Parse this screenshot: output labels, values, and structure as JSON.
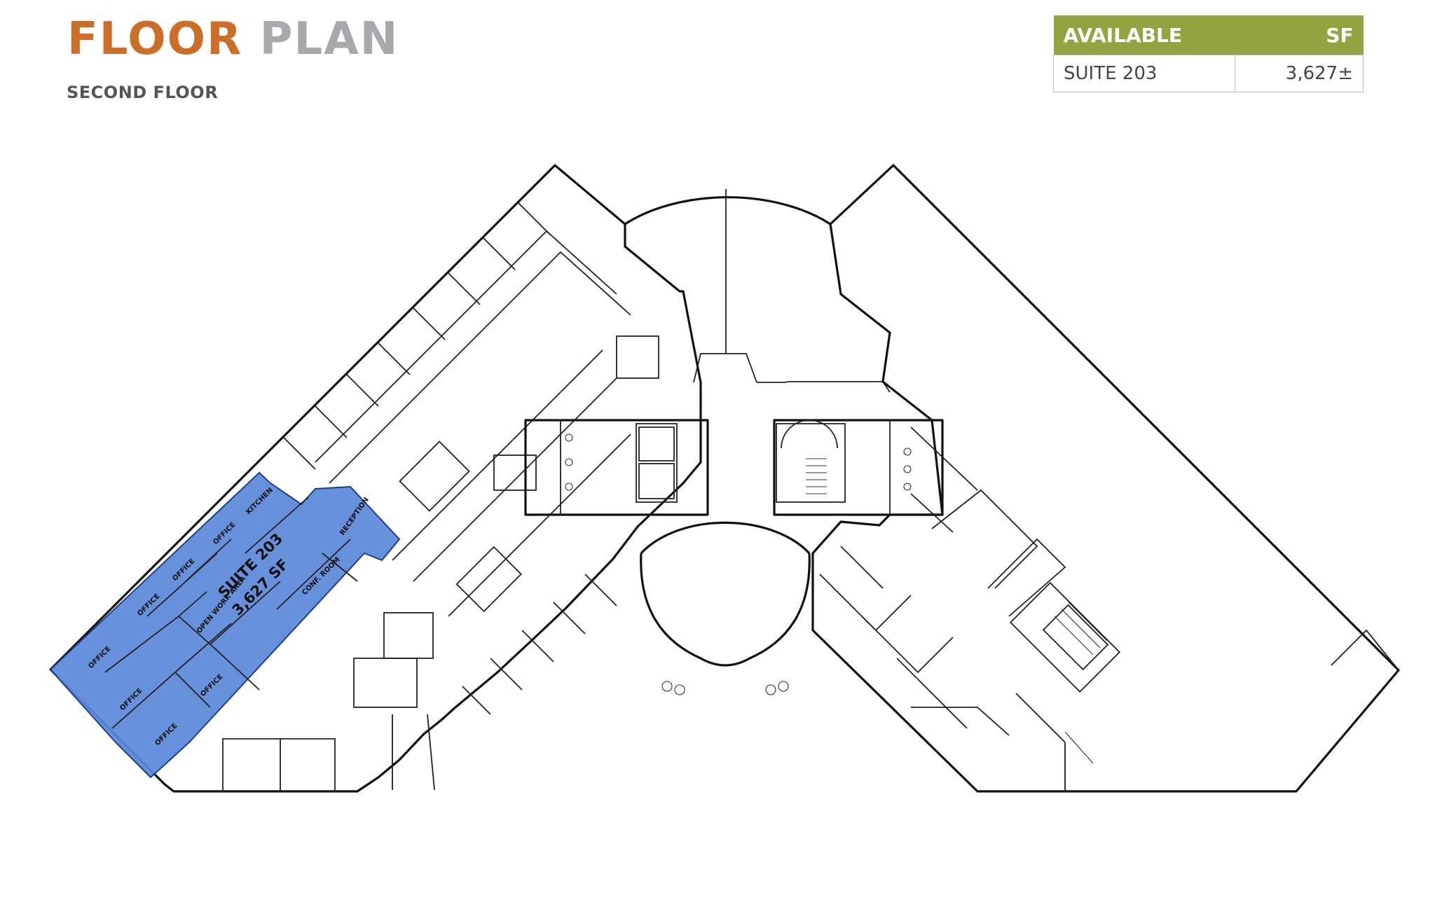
{
  "header": {
    "title_word1": "FLOOR",
    "title_word2": "PLAN",
    "subtitle": "SECOND FLOOR"
  },
  "availability": {
    "col1": "AVAILABLE",
    "col2": "SF",
    "rows": [
      {
        "suite": "SUITE 203",
        "sf": "3,627±"
      }
    ]
  },
  "plan": {
    "suite_title": "SUITE 203",
    "suite_sf": "3,627 SF",
    "rooms": {
      "office1": "OFFICE",
      "office2": "OFFICE",
      "office3": "OFFICE",
      "office4": "OFFICE",
      "office5": "OFFICE",
      "office6": "OFFICE",
      "office7": "OFFICE",
      "kitchen": "KITCHEN",
      "reception": "RECEPTION",
      "conf_room": "CONF. ROOM",
      "open_work": "OPEN WORK AREA"
    }
  },
  "colors": {
    "title_accent": "#cc6e2a",
    "title_gray": "#a7a9ac",
    "table_header": "#94a440",
    "suite_highlight": "#5b88d8"
  }
}
